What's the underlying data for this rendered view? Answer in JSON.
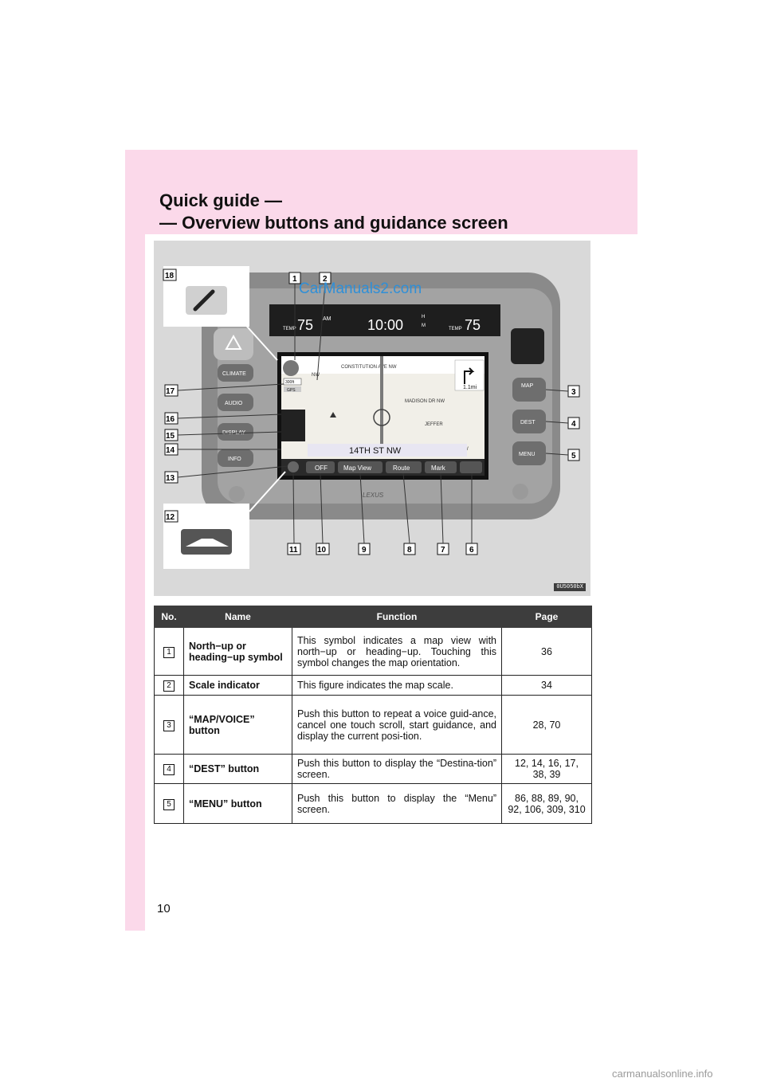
{
  "header": {
    "title_line1": "Quick guide —",
    "title_line2": "— Overview buttons and guidance screen"
  },
  "figure": {
    "watermark": "CarManuals2.com",
    "code": "0U5050bX",
    "display": {
      "temp_left": "75",
      "temp_right": "75",
      "temp_label": "TEMP",
      "clock": "10:00",
      "am_label": "AM",
      "h_label": "H",
      "m_label": "M",
      "street_top": "CONSTITUTION AVE NW",
      "street_madison": "MADISON DR NW",
      "street_jeff": "JEFFER",
      "street_sw": "SW",
      "nw_label": "NW",
      "road_name": "14TH ST NW",
      "scale": "300ft",
      "gps": "GPS",
      "distance": "1.1mi",
      "soft_buttons": [
        "OFF",
        "Map View",
        "Route",
        "Mark"
      ]
    },
    "left_buttons": [
      "CLIMATE",
      "AUDIO",
      "DISPLAY",
      "INFO"
    ],
    "right_buttons": [
      "MAP",
      "DEST",
      "MENU"
    ],
    "brand": "LEXUS",
    "callouts": [
      "1",
      "2",
      "3",
      "4",
      "5",
      "6",
      "7",
      "8",
      "9",
      "10",
      "11",
      "12",
      "13",
      "14",
      "15",
      "16",
      "17",
      "18"
    ]
  },
  "table": {
    "headers": [
      "No.",
      "Name",
      "Function",
      "Page"
    ],
    "rows": [
      {
        "no": "1",
        "name": "North−up or heading−up symbol",
        "function": "This symbol indicates a map view with north−up or heading−up. Touching this symbol changes the map orientation.",
        "page": "36"
      },
      {
        "no": "2",
        "name": "Scale indicator",
        "function": "This figure indicates the map scale.",
        "page": "34"
      },
      {
        "no": "3",
        "name": "“MAP/VOICE” button",
        "function": "Push this button to repeat a voice guid-ance, cancel one touch scroll, start guidance, and display the current posi-tion.",
        "page": "28, 70"
      },
      {
        "no": "4",
        "name": "“DEST” button",
        "function": "Push this button to display the “Destina-tion” screen.",
        "page": "12, 14, 16, 17, 38, 39"
      },
      {
        "no": "5",
        "name": "“MENU” button",
        "function": "Push this button to display the “Menu” screen.",
        "page": "86, 88, 89, 90, 92, 106, 309, 310"
      }
    ]
  },
  "page_number": "10",
  "footer": "carmanualsonline.info"
}
